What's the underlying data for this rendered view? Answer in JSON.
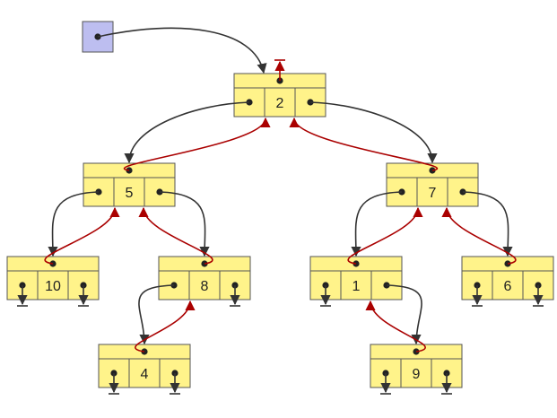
{
  "colors": {
    "node_fill": "#FFF38A",
    "node_border": "#555555",
    "root_pointer_fill": "#BDBEF0",
    "child_edge": "#333333",
    "parent_edge": "#AA0000",
    "dot": "#222222"
  },
  "null_symbol": "⊥",
  "nodes": [
    {
      "id": "n2",
      "value": "2"
    },
    {
      "id": "n5",
      "value": "5"
    },
    {
      "id": "n7",
      "value": "7"
    },
    {
      "id": "n10",
      "value": "10"
    },
    {
      "id": "n8",
      "value": "8"
    },
    {
      "id": "n1",
      "value": "1"
    },
    {
      "id": "n6",
      "value": "6"
    },
    {
      "id": "n4",
      "value": "4"
    },
    {
      "id": "n9",
      "value": "9"
    }
  ],
  "child_links": [
    {
      "from": "n2",
      "side": "left",
      "to": "n5"
    },
    {
      "from": "n2",
      "side": "right",
      "to": "n7"
    },
    {
      "from": "n5",
      "side": "left",
      "to": "n10"
    },
    {
      "from": "n5",
      "side": "right",
      "to": "n8"
    },
    {
      "from": "n7",
      "side": "left",
      "to": "n1"
    },
    {
      "from": "n7",
      "side": "right",
      "to": "n6"
    },
    {
      "from": "n8",
      "side": "left",
      "to": "n4"
    },
    {
      "from": "n1",
      "side": "right",
      "to": "n9"
    }
  ],
  "parent_links": [
    {
      "from": "n5",
      "to": "n2"
    },
    {
      "from": "n7",
      "to": "n2"
    },
    {
      "from": "n10",
      "to": "n5"
    },
    {
      "from": "n8",
      "to": "n5"
    },
    {
      "from": "n1",
      "to": "n7"
    },
    {
      "from": "n6",
      "to": "n7"
    },
    {
      "from": "n4",
      "to": "n8"
    },
    {
      "from": "n9",
      "to": "n1"
    }
  ],
  "null_pointers": [
    {
      "node": "n2",
      "field": "parent"
    },
    {
      "node": "n10",
      "field": "left"
    },
    {
      "node": "n10",
      "field": "right"
    },
    {
      "node": "n8",
      "field": "right"
    },
    {
      "node": "n1",
      "field": "left"
    },
    {
      "node": "n6",
      "field": "left"
    },
    {
      "node": "n6",
      "field": "right"
    },
    {
      "node": "n4",
      "field": "left"
    },
    {
      "node": "n4",
      "field": "right"
    },
    {
      "node": "n9",
      "field": "left"
    },
    {
      "node": "n9",
      "field": "right"
    }
  ],
  "root_pointer": {
    "target": "n2"
  }
}
